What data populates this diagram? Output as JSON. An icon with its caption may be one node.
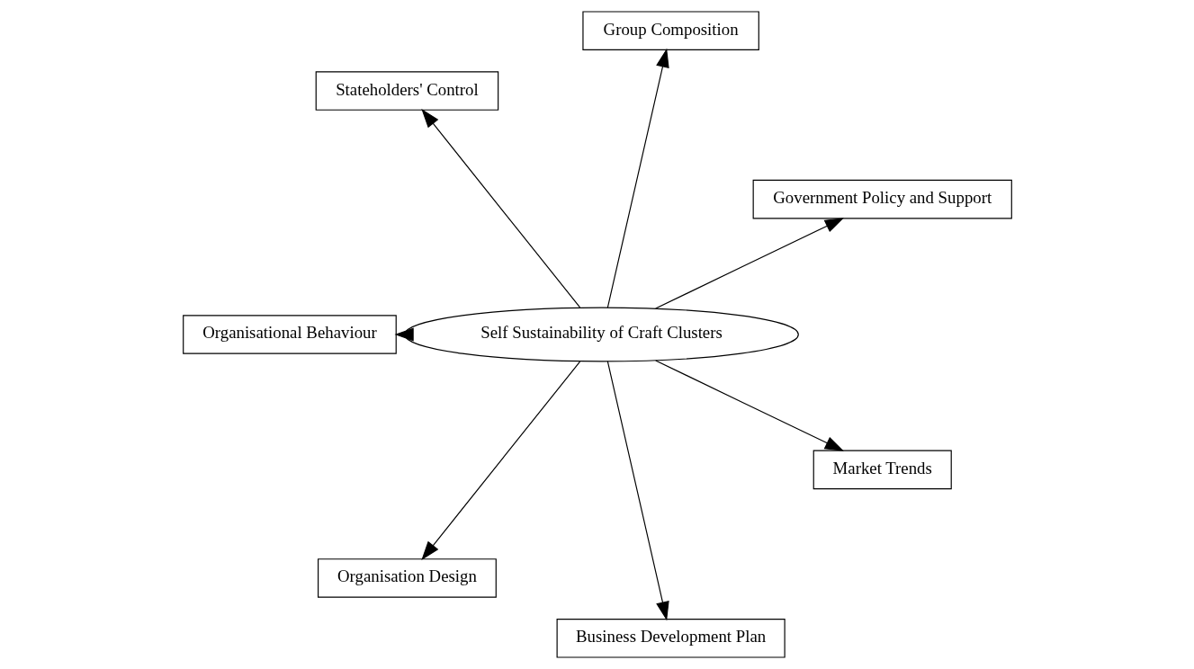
{
  "diagram": {
    "nodes": [
      {
        "text": [
          "Self Sustainability of Craft Clusters"
        ]
      },
      {
        "text": [
          "Government Policy and Support"
        ]
      },
      {
        "text": [
          "Group Composition"
        ]
      },
      {
        "text": [
          "Stateholders' Control"
        ]
      },
      {
        "text": [
          "Organisational Behaviour"
        ]
      },
      {
        "text": [
          "Organisation Design"
        ]
      },
      {
        "text": [
          "Business Development Plan"
        ]
      },
      {
        "text": [
          "Market Trends"
        ]
      }
    ],
    "edges": [
      {
        "from": 0,
        "to": 7,
        "arrow": "to"
      },
      {
        "from": 0,
        "to": 1,
        "arrow": "to"
      },
      {
        "from": 0,
        "to": 2,
        "arrow": "to"
      },
      {
        "from": 0,
        "to": 6,
        "arrow": "to"
      },
      {
        "from": 0,
        "to": 3,
        "arrow": "to"
      },
      {
        "from": 0,
        "to": 5,
        "arrow": "to"
      },
      {
        "from": 0,
        "to": 4,
        "arrow": "to"
      }
    ]
  }
}
